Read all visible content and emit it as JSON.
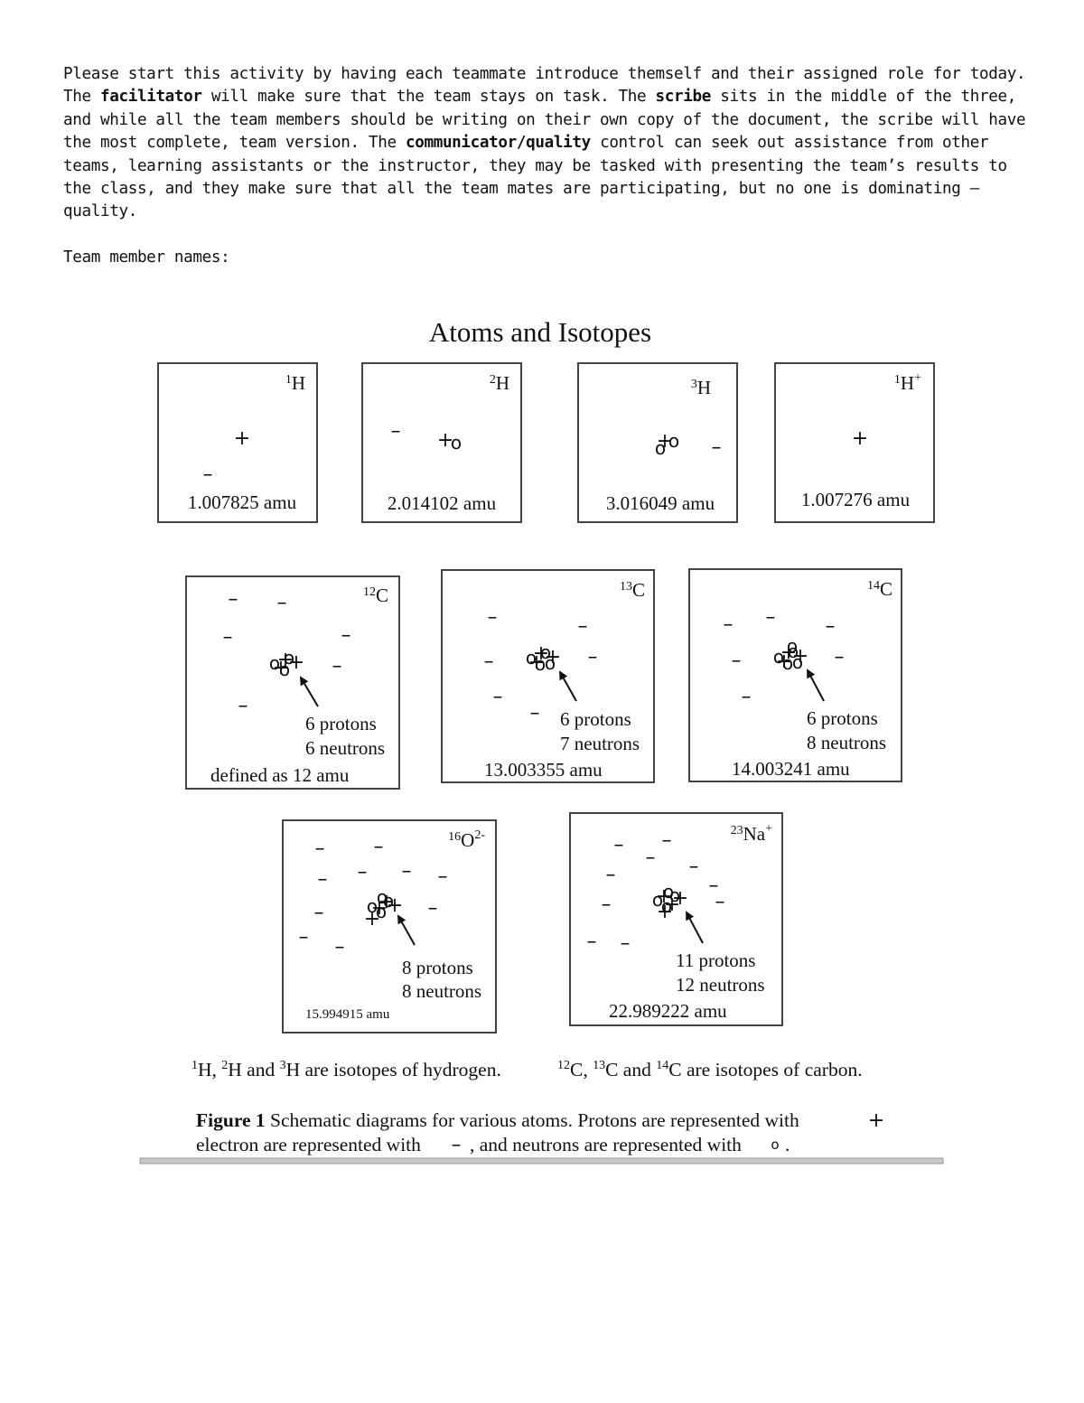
{
  "intro": {
    "t1": "Please start this activity by having each teammate introduce themself and their assigned role for today.  The ",
    "facilitator": "facilitator",
    "t2": " will make sure that the team stays on task. The ",
    "scribe": "scribe",
    "t3": " sits in the middle of the three, and while all the team members should be writing on their own copy of the document, the scribe will have the most complete, team version.  The ",
    "communicator": "communicator/quality",
    "t4": " control can seek out assistance from other teams, learning assistants or the instructor, they may be tasked with presenting the team’s results to the class, and they make sure that all the team mates are participating, but no one is dominating — quality.",
    "team_label": "Team member names:"
  },
  "figure": {
    "title": "Atoms and Isotopes",
    "glyphs": {
      "proton": "+",
      "electron": "–",
      "neutron": "o"
    },
    "boxes": {
      "h1": {
        "mass_no": "1",
        "element": "H",
        "charge": "",
        "amu": "1.007825 amu"
      },
      "h2": {
        "mass_no": "2",
        "element": "H",
        "charge": "",
        "amu": "2.014102 amu"
      },
      "h3": {
        "mass_no": "3",
        "element": "H",
        "charge": "",
        "amu": "3.016049 amu"
      },
      "h1p": {
        "mass_no": "1",
        "element": "H",
        "charge": "+",
        "amu": "1.007276 amu"
      },
      "c12": {
        "mass_no": "12",
        "element": "C",
        "charge": "",
        "protons": "6 protons",
        "neutrons": "6 neutrons",
        "amu": "defined as 12 amu"
      },
      "c13": {
        "mass_no": "13",
        "element": "C",
        "charge": "",
        "protons": "6 protons",
        "neutrons": "7 neutrons",
        "amu": "13.003355 amu"
      },
      "c14": {
        "mass_no": "14",
        "element": "C",
        "charge": "",
        "protons": "6 protons",
        "neutrons": "8 neutrons",
        "amu": "14.003241 amu"
      },
      "o16": {
        "mass_no": "16",
        "element": "O",
        "charge": "2-",
        "protons": "8 protons",
        "neutrons": "8 neutrons",
        "amu": "15.994915 amu"
      },
      "na23": {
        "mass_no": "23",
        "element": "Na",
        "charge": "+",
        "protons": "11 protons",
        "neutrons": "12 neutrons",
        "amu": "22.989222 amu"
      }
    },
    "isotopes_h": {
      "m1": "1",
      "s1": "H, ",
      "m2": "2",
      "s2": "H and ",
      "m3": "3",
      "s3": "H are isotopes of hydrogen."
    },
    "isotopes_c": {
      "m1": "12",
      "s1": "C, ",
      "m2": "13",
      "s2": "C  and ",
      "m3": "14",
      "s3": "C are isotopes of carbon."
    },
    "caption": {
      "label": "Figure 1",
      "line1": " Schematic diagrams for various atoms.  Protons are represented with",
      "line2a": "electron are represented with",
      "line2b": ", and neutrons are represented with",
      "line2c": "."
    }
  }
}
